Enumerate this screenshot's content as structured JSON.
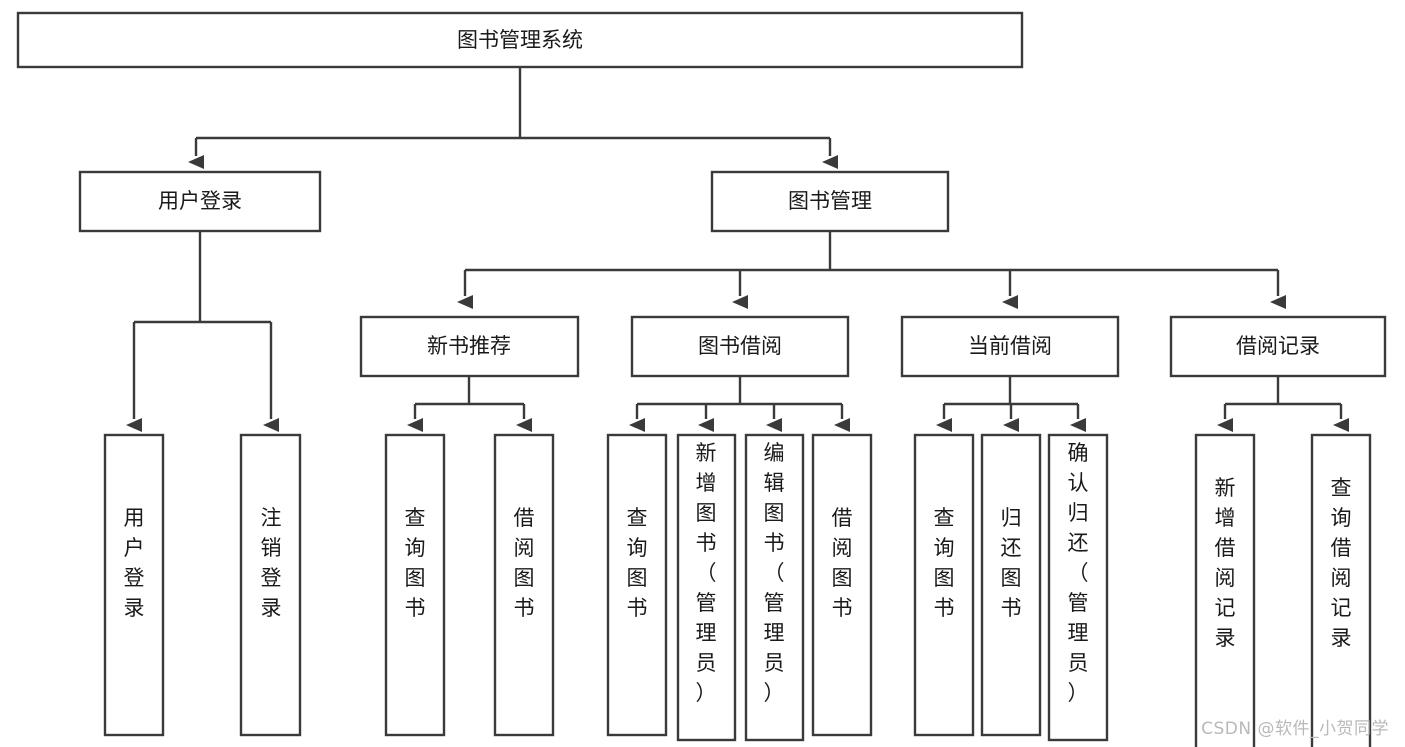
{
  "diagram": {
    "type": "tree-hierarchy-chart",
    "title": "图书管理系统",
    "watermark": "CSDN @软件_小贺同学",
    "levels": [
      {
        "level": 1,
        "nodes": [
          {
            "id": "root",
            "label": "图书管理系统",
            "orientation": "horizontal"
          }
        ]
      },
      {
        "level": 2,
        "nodes": [
          {
            "id": "login",
            "label": "用户登录",
            "orientation": "horizontal",
            "parent": "root"
          },
          {
            "id": "bookmgmt",
            "label": "图书管理",
            "orientation": "horizontal",
            "parent": "root"
          }
        ]
      },
      {
        "level": 3,
        "nodes": [
          {
            "id": "newbook",
            "label": "新书推荐",
            "orientation": "horizontal",
            "parent": "bookmgmt"
          },
          {
            "id": "borrow",
            "label": "图书借阅",
            "orientation": "horizontal",
            "parent": "bookmgmt"
          },
          {
            "id": "current",
            "label": "当前借阅",
            "orientation": "horizontal",
            "parent": "bookmgmt"
          },
          {
            "id": "records",
            "label": "借阅记录",
            "orientation": "horizontal",
            "parent": "bookmgmt"
          }
        ]
      },
      {
        "level": 4,
        "nodes": [
          {
            "id": "leaf-1",
            "label": "用户登录",
            "orientation": "vertical",
            "parent": "login"
          },
          {
            "id": "leaf-2",
            "label": "注销登录",
            "orientation": "vertical",
            "parent": "login"
          },
          {
            "id": "leaf-3",
            "label": "查询图书",
            "orientation": "vertical",
            "parent": "newbook"
          },
          {
            "id": "leaf-4",
            "label": "借阅图书",
            "orientation": "vertical",
            "parent": "newbook"
          },
          {
            "id": "leaf-5",
            "label": "查询图书",
            "orientation": "vertical",
            "parent": "borrow"
          },
          {
            "id": "leaf-6",
            "label": "新增图书（管理员）",
            "orientation": "vertical",
            "parent": "borrow"
          },
          {
            "id": "leaf-7",
            "label": "编辑图书（管理员）",
            "orientation": "vertical",
            "parent": "borrow"
          },
          {
            "id": "leaf-8",
            "label": "借阅图书",
            "orientation": "vertical",
            "parent": "borrow"
          },
          {
            "id": "leaf-9",
            "label": "查询图书",
            "orientation": "vertical",
            "parent": "current"
          },
          {
            "id": "leaf-10",
            "label": "归还图书",
            "orientation": "vertical",
            "parent": "current"
          },
          {
            "id": "leaf-11",
            "label": "确认归还（管理员）",
            "orientation": "vertical",
            "parent": "current"
          },
          {
            "id": "leaf-12",
            "label": "新增借阅记录",
            "orientation": "vertical",
            "parent": "records"
          },
          {
            "id": "leaf-13",
            "label": "查询借阅记录",
            "orientation": "vertical",
            "parent": "records"
          }
        ]
      }
    ],
    "colors": {
      "box_stroke": "#3a3a3a",
      "box_fill": "#ffffff",
      "text": "#1a1a1a",
      "background": "#ffffff",
      "watermark": "#b9b9b9"
    }
  }
}
